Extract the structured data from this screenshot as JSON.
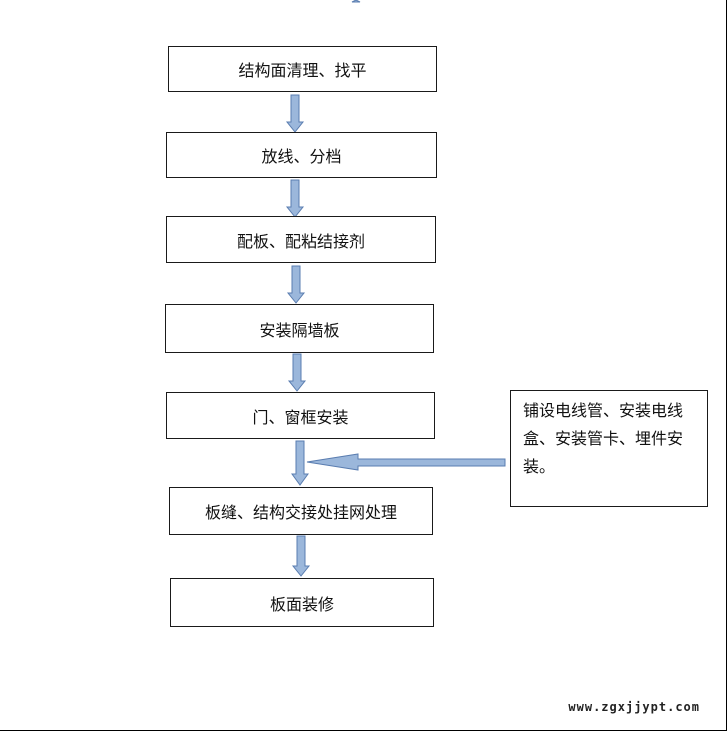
{
  "steps": [
    "结构面清理、找平",
    "放线、分档",
    "配板、配粘结接剂",
    "安装隔墙板",
    "门、窗框安装",
    "板缝、结构交接处挂网处理",
    "板面装修"
  ],
  "side_note": "铺设电线管、安装电线盒、安装管卡、埋件安装。",
  "watermark": "www.zgxjjypt.com",
  "colors": {
    "arrow_fill": "#9bb7db",
    "arrow_stroke": "#5a7db0",
    "border": "#1a1a1a"
  }
}
